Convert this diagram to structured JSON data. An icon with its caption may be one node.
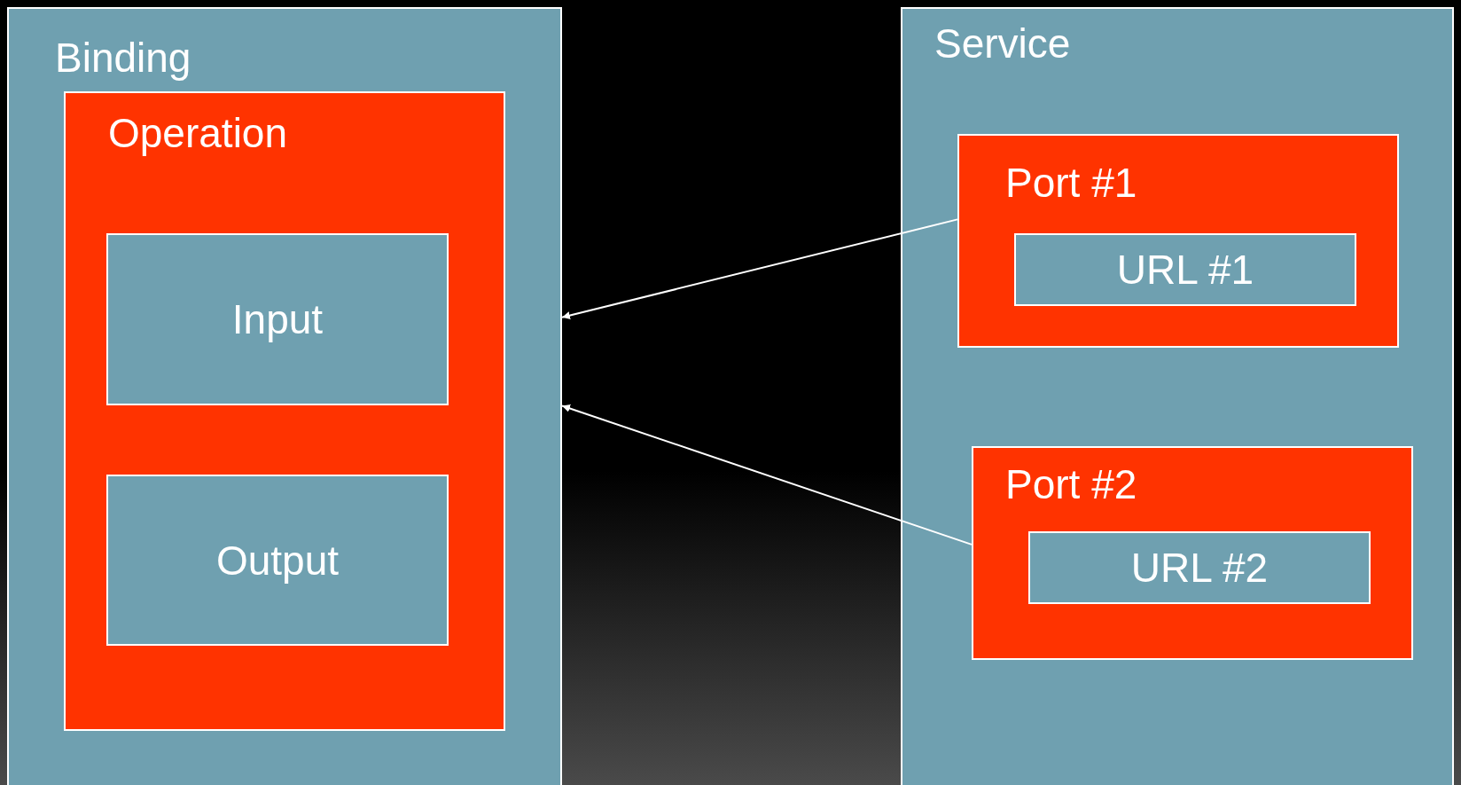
{
  "diagram": {
    "nodes": [
      {
        "text": [
          "Binding"
        ]
      },
      {
        "text": [
          "Operation"
        ],
        "in": 0
      },
      {
        "text": [
          "Input"
        ],
        "in": 1
      },
      {
        "text": [
          "Output"
        ],
        "in": 1
      },
      {
        "text": [
          "Service"
        ]
      },
      {
        "text": [
          "Port #1"
        ],
        "in": 4
      },
      {
        "text": [
          "URL #1"
        ],
        "in": 5
      },
      {
        "text": [
          "Port #2"
        ],
        "in": 4
      },
      {
        "text": [
          "URL #2"
        ],
        "in": 7
      }
    ],
    "edges": [
      {
        "from": 5,
        "to": 0,
        "arrow": "to"
      },
      {
        "from": 7,
        "to": 0,
        "arrow": "to"
      }
    ]
  }
}
